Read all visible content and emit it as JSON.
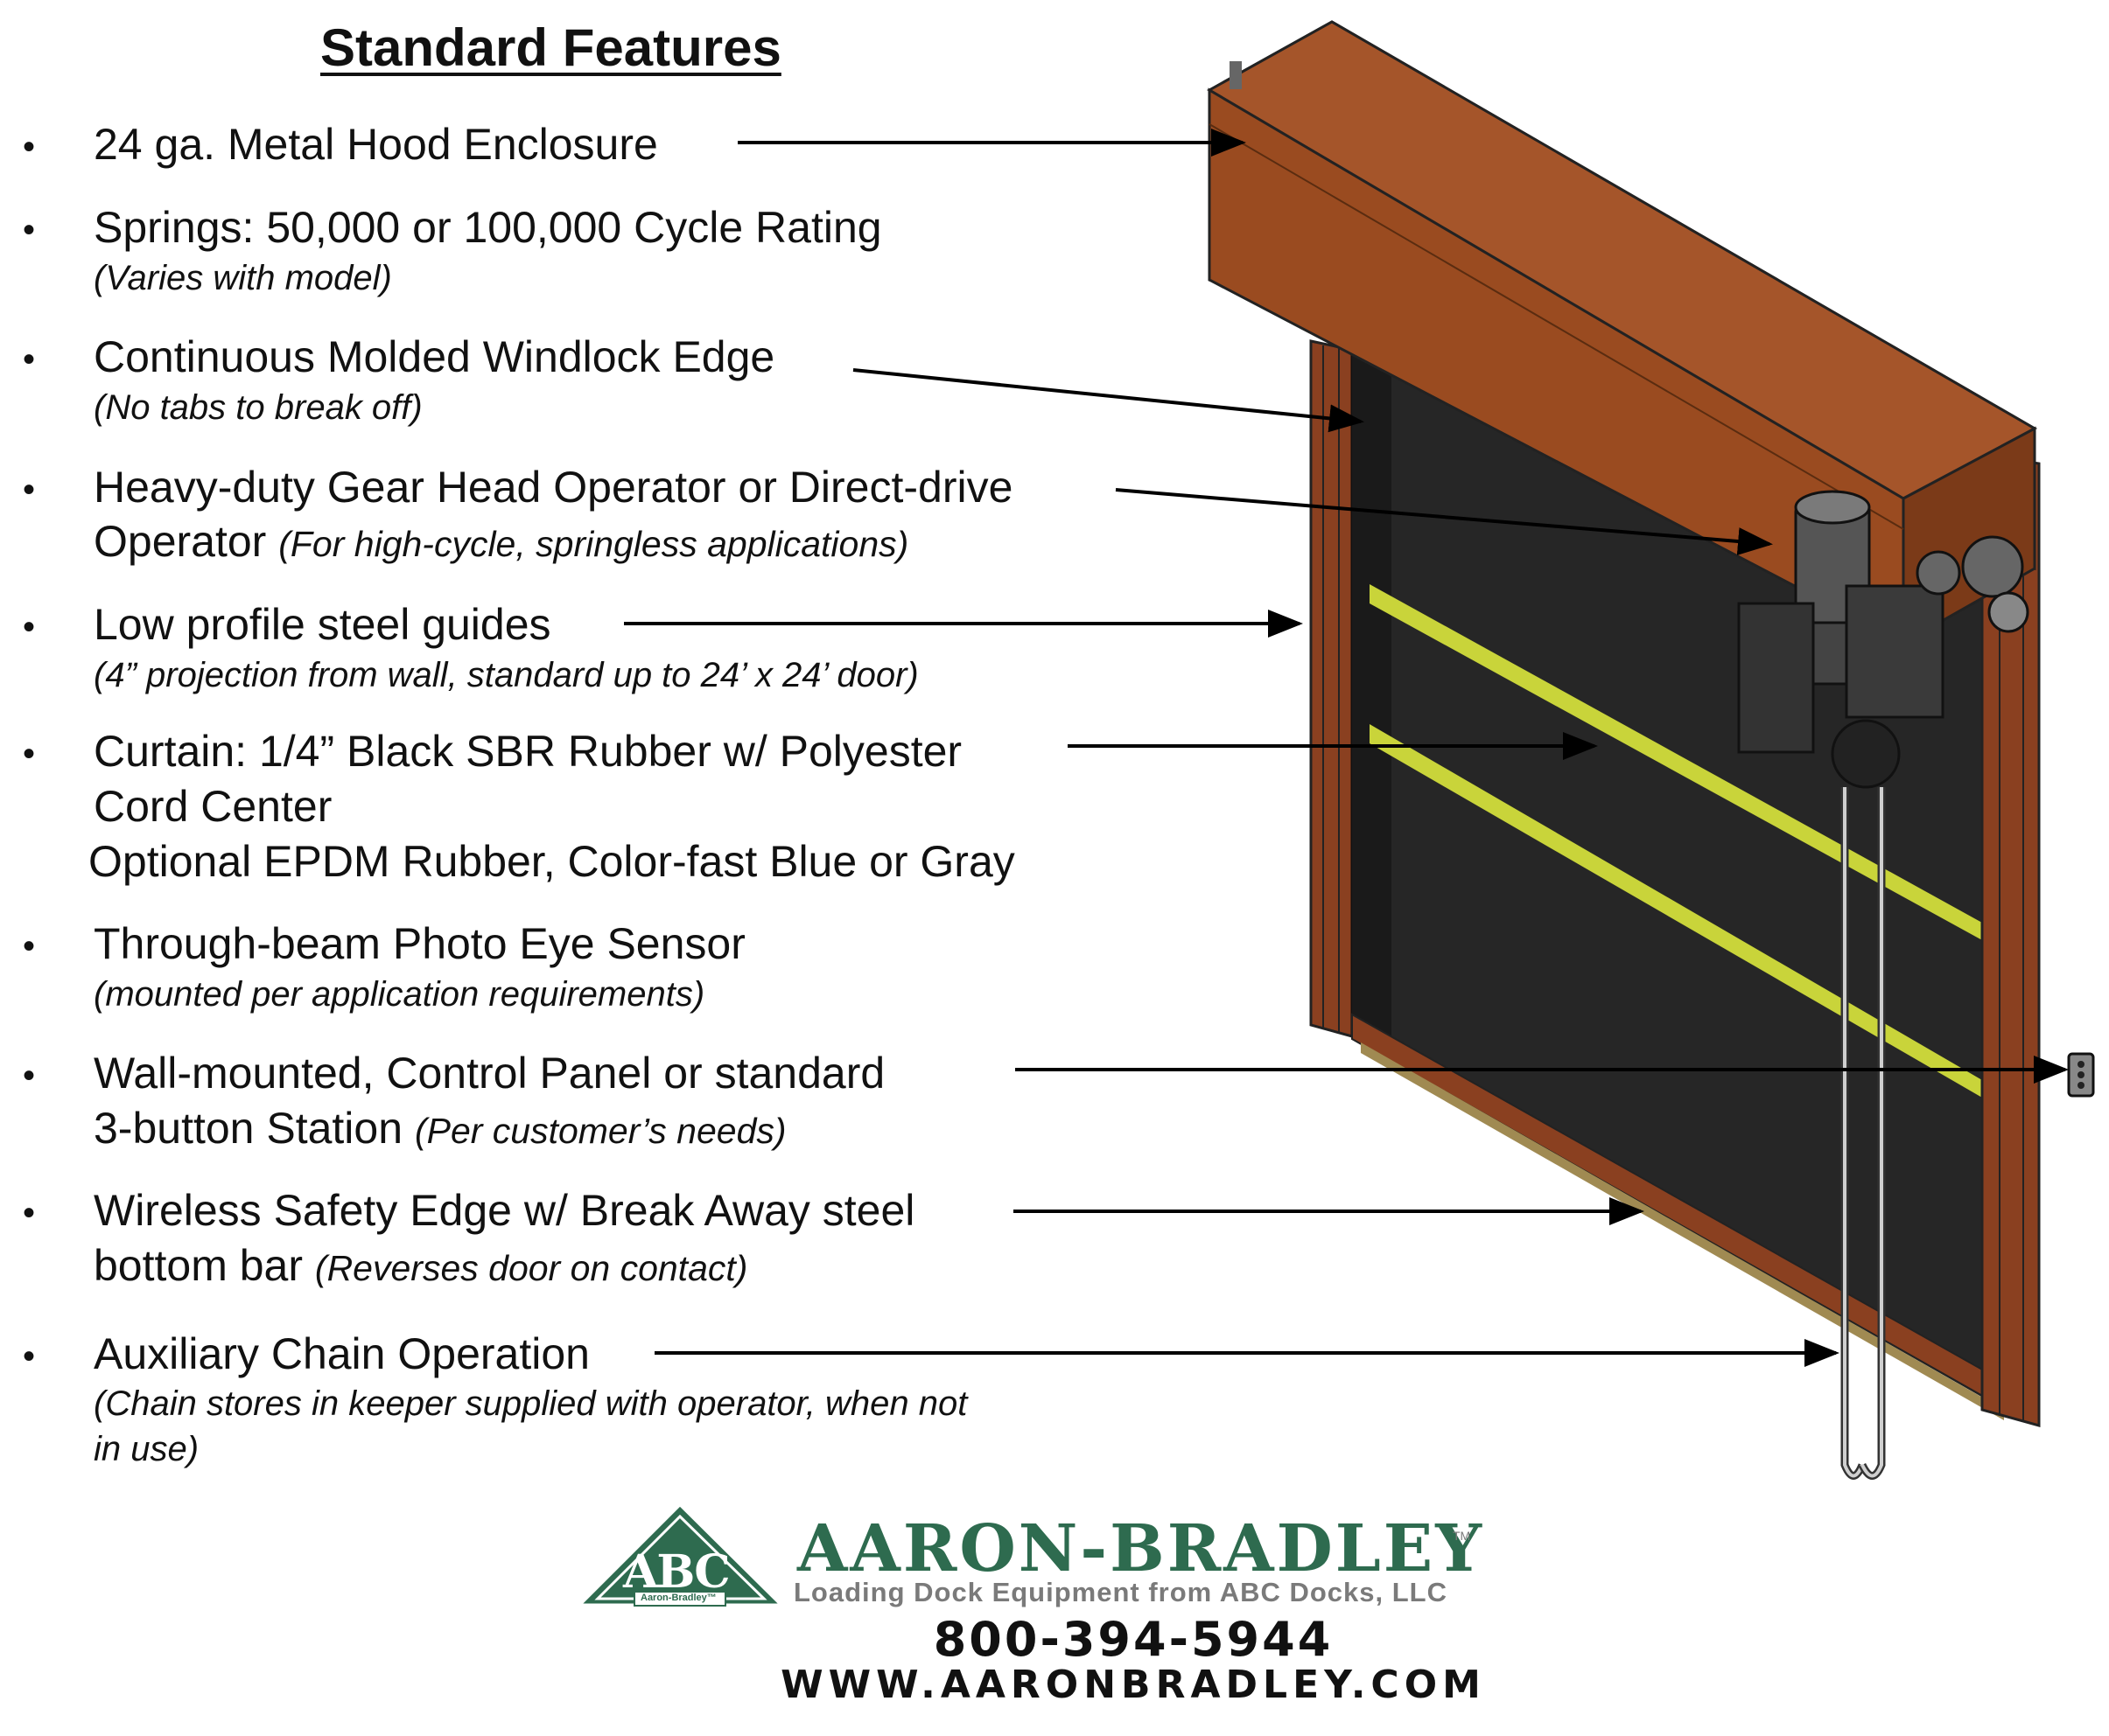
{
  "title": "Standard Features",
  "features": [
    {
      "line1": "24 ga. Metal Hood Enclosure"
    },
    {
      "line1": "Springs: 50,000 or 100,000 Cycle Rating",
      "note": "(Varies with model)"
    },
    {
      "line1": "Continuous Molded Windlock Edge",
      "note": "(No tabs to break off)"
    },
    {
      "line1": "Heavy-duty Gear Head Operator or Direct-drive",
      "line2": "Operator",
      "line2_note": "(For high-cycle, springless applications)"
    },
    {
      "line1": "Low profile steel guides",
      "note": "(4” projection from wall, standard up to 24’ x 24’ door)"
    },
    {
      "line1": "Curtain: 1/4” Black SBR Rubber w/ Polyester",
      "line2": "Cord Center",
      "line3": "Optional EPDM Rubber, Color-fast Blue or Gray"
    },
    {
      "line1": "Through-beam Photo Eye Sensor",
      "note": "(mounted per application requirements)"
    },
    {
      "line1": "Wall-mounted, Control Panel or standard",
      "line2": "3-button Station",
      "line2_note": "(Per customer’s needs)"
    },
    {
      "line1": "Wireless Safety Edge w/ Break Away steel",
      "line2": "bottom bar",
      "line2_note": "(Reverses door on contact)"
    },
    {
      "line1": "Auxiliary Chain Operation",
      "note": "(Chain stores in keeper supplied with operator, when not",
      "note2": "in use)"
    }
  ],
  "bullet_char": "•",
  "logo": {
    "badge_text": "ABC",
    "badge_sub": "Aaron-Bradley™",
    "brand": "AARON-BRADLEY",
    "trademark": "TM",
    "tagline": "Loading Dock Equipment from ABC Docks, LLC",
    "phone": "800-394-5944",
    "website": "WWW.AARONBRADLEY.COM"
  },
  "colors": {
    "brand_green": "#2e6b4f",
    "hood_brown": "#9c4e22",
    "curtain_black": "#262626",
    "stripe_yellow": "#c9d43a",
    "tagline_gray": "#7a7a7a"
  }
}
